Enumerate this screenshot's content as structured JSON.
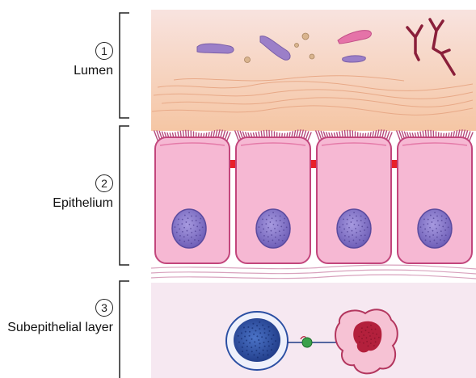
{
  "regions": [
    {
      "number": "1",
      "name": "Lumen"
    },
    {
      "number": "2",
      "name": "Epithelium"
    },
    {
      "number": "3",
      "name": "Subepithelial layer"
    }
  ],
  "colors": {
    "lumen_top": "#f8e3df",
    "lumen_bottom": "#f5c9a8",
    "cell_fill": "#f6b8d3",
    "cell_stroke": "#c2467c",
    "cilia": "#b54a7c",
    "tight_junction": "#e8202a",
    "nucleus": "#7a6bc0",
    "subepithelial": "#f6e8f1",
    "lymphocyte_nucleus": "#2b4fa3",
    "macrophage_nucleus": "#b3203c",
    "connector_dot": "#3aa14a"
  }
}
